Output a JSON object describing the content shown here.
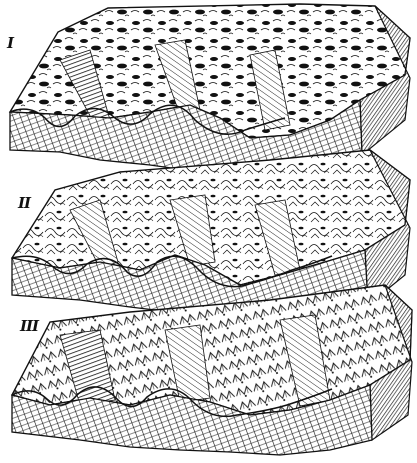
{
  "figure": {
    "blocks": [
      {
        "label": "I",
        "stage": 1
      },
      {
        "label": "II",
        "stage": 2
      },
      {
        "label": "III",
        "stage": 3
      }
    ],
    "colors": {
      "ink": "#111111",
      "paper": "#ffffff"
    }
  }
}
